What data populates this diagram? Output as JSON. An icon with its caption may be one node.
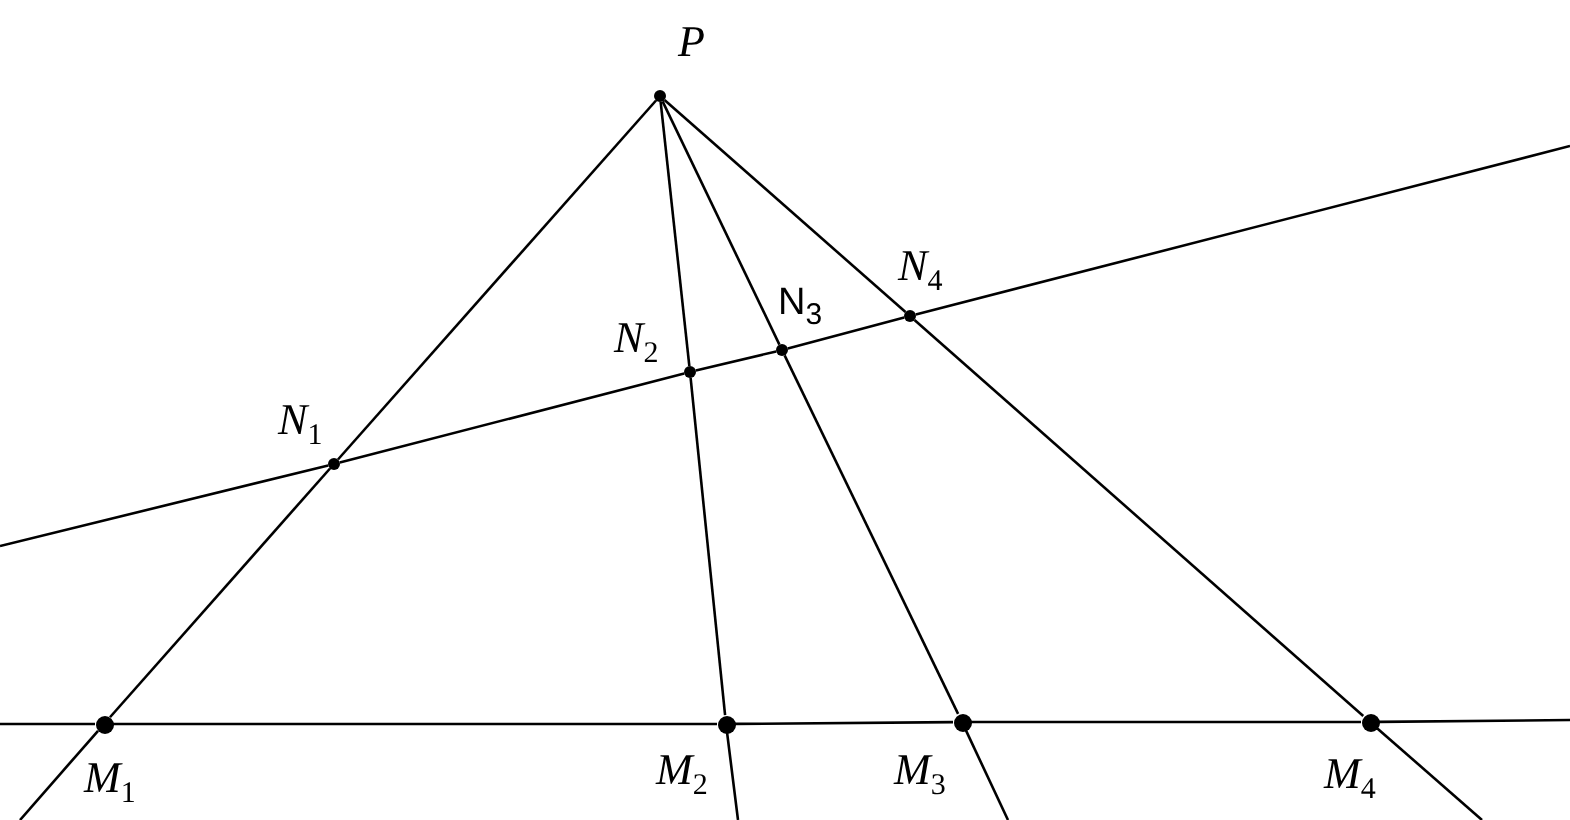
{
  "diagram": {
    "nodes": [
      {
        "text": [],
        "shape": "circle",
        "beside": [
          "P"
        ]
      },
      {
        "text": [],
        "shape": "circle",
        "beside": [
          "N$_{1}$"
        ]
      },
      {
        "text": [],
        "shape": "circle",
        "beside": [
          "N$_{2}$"
        ]
      },
      {
        "text": [],
        "shape": "circle",
        "beside": [
          "N$_{3}$"
        ]
      },
      {
        "text": [],
        "shape": "circle",
        "beside": [
          "N$_{4}$"
        ]
      },
      {
        "text": [],
        "shape": "circle",
        "beside": [
          "M$_{1}$"
        ]
      },
      {
        "text": [],
        "shape": "circle",
        "beside": [
          "M$_{2}$"
        ]
      },
      {
        "text": [],
        "shape": "circle",
        "beside": [
          "M$_{3}$"
        ]
      },
      {
        "text": [],
        "shape": "circle",
        "beside": [
          "M$_{4}$"
        ]
      }
    ],
    "edges": [
      {
        "from": 0,
        "to": 1,
        "arrow": "none"
      },
      {
        "from": 1,
        "to": 5,
        "arrow": "none"
      },
      {
        "from": 0,
        "to": 2,
        "arrow": "none"
      },
      {
        "from": 2,
        "to": 6,
        "arrow": "none"
      },
      {
        "from": 0,
        "to": 3,
        "arrow": "none"
      },
      {
        "from": 3,
        "to": 7,
        "arrow": "none"
      },
      {
        "from": 0,
        "to": 4,
        "arrow": "none"
      },
      {
        "from": 4,
        "to": 8,
        "arrow": "none"
      },
      {
        "from": 5,
        "to": null,
        "arrow": "none"
      },
      {
        "from": 6,
        "to": null,
        "arrow": "none"
      },
      {
        "from": 7,
        "to": null,
        "arrow": "none"
      },
      {
        "from": 8,
        "to": null,
        "arrow": "none"
      },
      {
        "from": null,
        "to": 1,
        "arrow": "none"
      },
      {
        "from": 1,
        "to": 2,
        "arrow": "none"
      },
      {
        "from": 2,
        "to": 3,
        "arrow": "none"
      },
      {
        "from": 3,
        "to": 4,
        "arrow": "none"
      },
      {
        "from": 4,
        "to": null,
        "arrow": "none"
      },
      {
        "from": null,
        "to": 5,
        "arrow": "none"
      },
      {
        "from": 5,
        "to": 6,
        "arrow": "none"
      },
      {
        "from": 6,
        "to": 7,
        "arrow": "none"
      },
      {
        "from": 7,
        "to": 8,
        "arrow": "none"
      },
      {
        "from": 8,
        "to": null,
        "arrow": "none"
      }
    ]
  }
}
